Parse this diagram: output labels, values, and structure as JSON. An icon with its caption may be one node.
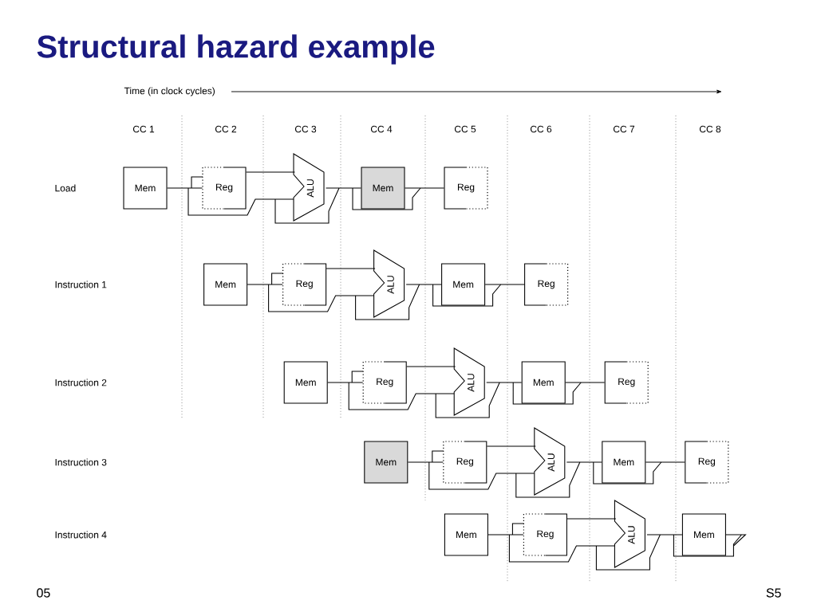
{
  "diagram": {
    "title": "Structural hazard example",
    "nodes": [
      {
        "text": [
          "Mem"
        ]
      },
      {
        "text": [
          "Reg"
        ]
      },
      {
        "text": [
          "ALU"
        ]
      },
      {
        "text": [
          "Mem"
        ]
      },
      {
        "text": [
          "Reg"
        ]
      },
      {
        "text": [
          "Mem"
        ]
      },
      {
        "text": [
          "Reg"
        ]
      },
      {
        "text": [
          "ALU"
        ]
      },
      {
        "text": [
          "Mem"
        ]
      },
      {
        "text": [
          "Reg"
        ]
      },
      {
        "text": [
          "Mem"
        ]
      },
      {
        "text": [
          "Reg"
        ]
      },
      {
        "text": [
          "ALU"
        ]
      },
      {
        "text": [
          "Mem"
        ]
      },
      {
        "text": [
          "Reg"
        ]
      },
      {
        "text": [
          "Mem"
        ]
      },
      {
        "text": [
          "Reg"
        ]
      },
      {
        "text": [
          "ALU"
        ]
      },
      {
        "text": [
          "Mem"
        ]
      },
      {
        "text": [
          "Reg"
        ]
      },
      {
        "text": [
          "Mem"
        ]
      },
      {
        "text": [
          "Reg"
        ]
      },
      {
        "text": [
          "ALU"
        ]
      },
      {
        "text": [
          "Mem"
        ]
      }
    ],
    "edges": [
      {
        "from": 0,
        "to": 1,
        "arrow": "none"
      },
      {
        "from": 1,
        "to": 2,
        "arrow": "none"
      },
      {
        "from": 2,
        "to": 3,
        "arrow": "none"
      },
      {
        "from": 3,
        "to": 4,
        "arrow": "none"
      },
      {
        "from": 5,
        "to": 6,
        "arrow": "none"
      },
      {
        "from": 6,
        "to": 7,
        "arrow": "none"
      },
      {
        "from": 7,
        "to": 8,
        "arrow": "none"
      },
      {
        "from": 8,
        "to": 9,
        "arrow": "none"
      },
      {
        "from": 10,
        "to": 11,
        "arrow": "none"
      },
      {
        "from": 11,
        "to": 12,
        "arrow": "none"
      },
      {
        "from": 12,
        "to": 13,
        "arrow": "none"
      },
      {
        "from": 13,
        "to": 14,
        "arrow": "none"
      },
      {
        "from": 15,
        "to": 16,
        "arrow": "none"
      },
      {
        "from": 16,
        "to": 17,
        "arrow": "none"
      },
      {
        "from": 17,
        "to": 18,
        "arrow": "none"
      },
      {
        "from": 18,
        "to": 19,
        "arrow": "none"
      },
      {
        "from": 20,
        "to": 21,
        "arrow": "none"
      },
      {
        "from": 21,
        "to": 22,
        "arrow": "none"
      },
      {
        "from": 22,
        "to": 23,
        "arrow": "none"
      }
    ],
    "labels": [
      "Time (in clock cycles)",
      "CC 1",
      "CC 2",
      "CC 3",
      "CC 4",
      "CC 5",
      "CC 6",
      "CC 7",
      "CC 8",
      "Load",
      "Instruction 1",
      "Instruction 2",
      "Instruction 3",
      "Instruction 4",
      "05",
      "S5"
    ]
  }
}
